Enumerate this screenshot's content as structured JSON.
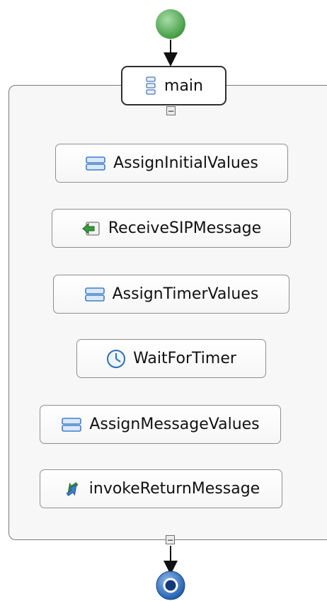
{
  "process": {
    "scope_label": "main",
    "activities": [
      {
        "label": "AssignInitialValues",
        "icon": "assign-icon"
      },
      {
        "label": "ReceiveSIPMessage",
        "icon": "receive-icon"
      },
      {
        "label": "AssignTimerValues",
        "icon": "assign-icon"
      },
      {
        "label": "WaitForTimer",
        "icon": "wait-clock-icon"
      },
      {
        "label": "AssignMessageValues",
        "icon": "assign-icon"
      },
      {
        "label": "invokeReturnMessage",
        "icon": "invoke-icon"
      }
    ],
    "collapse_symbol": "−"
  },
  "colors": {
    "start": "#5fae5f",
    "end": "#1f5fae",
    "assign": "#3f7fc8",
    "receive": "#3a9a3a",
    "border": "#8f8f8f"
  }
}
